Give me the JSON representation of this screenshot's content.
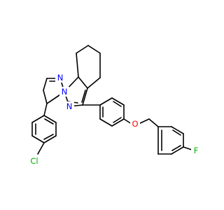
{
  "atoms": {
    "n1": {
      "label": "N",
      "color": "#0000ff"
    },
    "n2": {
      "label": "N",
      "color": "#0000ff"
    },
    "n3": {
      "label": "N",
      "color": "#0000ff"
    },
    "o1": {
      "label": "O",
      "color": "#ff0000"
    },
    "cl": {
      "label": "Cl",
      "color": "#00b000"
    },
    "f": {
      "label": "F",
      "color": "#00b000"
    }
  }
}
